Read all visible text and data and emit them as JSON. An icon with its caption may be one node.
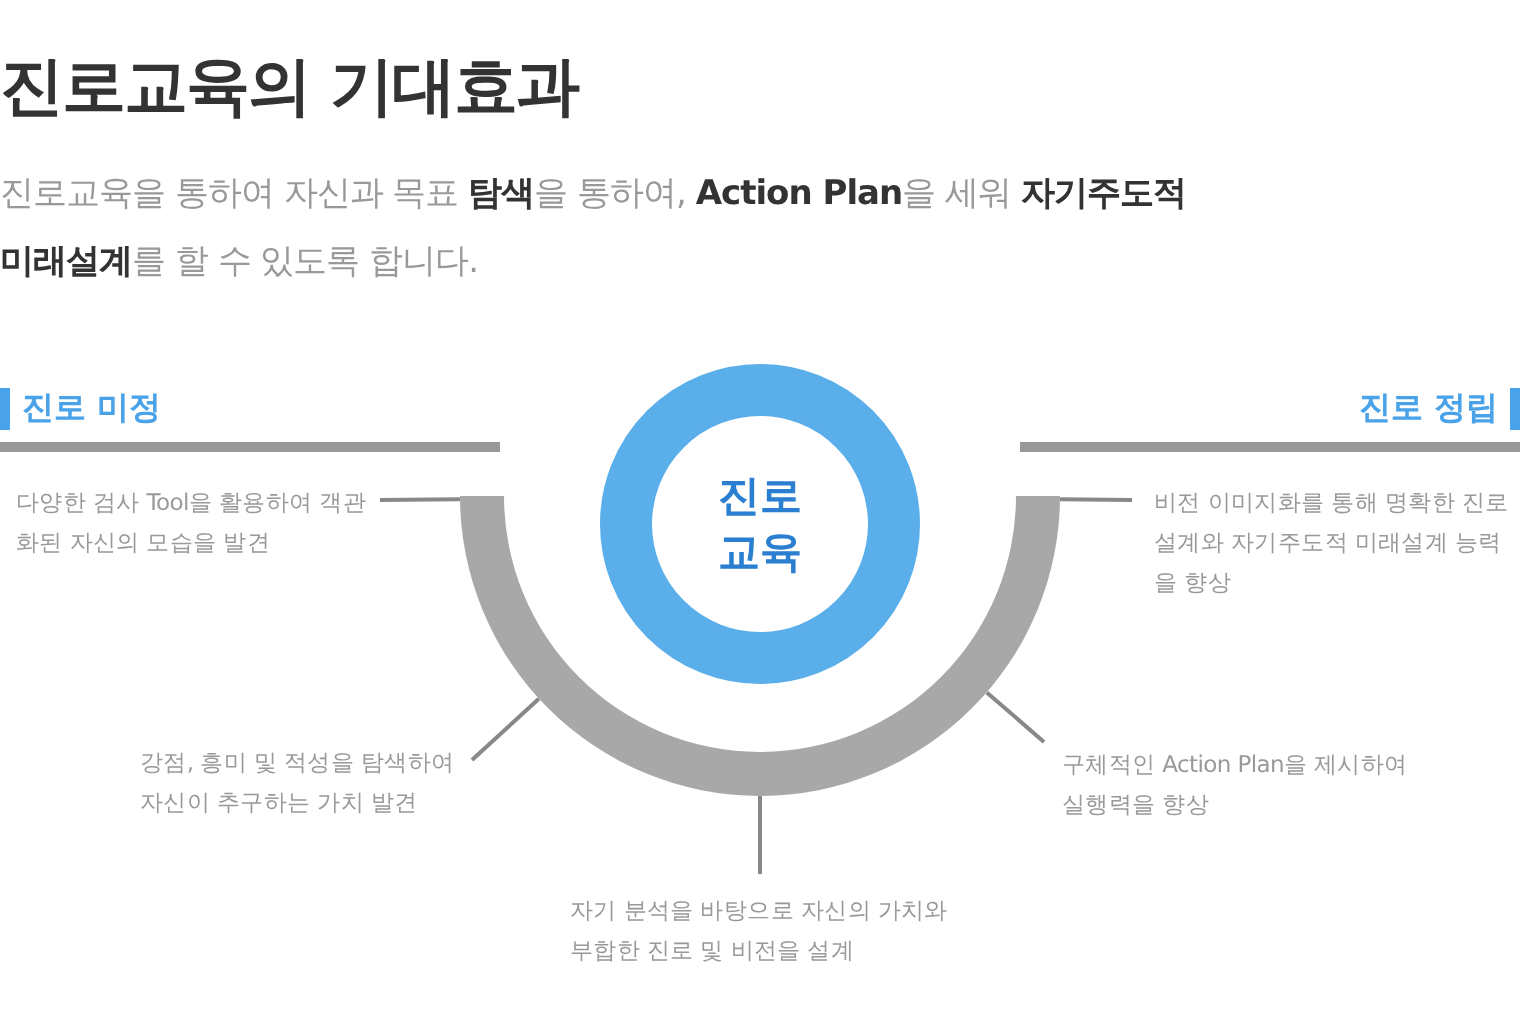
{
  "diagram": {
    "title": "진로교육의 기대효과",
    "nodes": [
      {
        "text": [
          "진로 교육"
        ]
      },
      {
        "text": [],
        "shape": "arc"
      },
      {
        "text": [
          "다양한 검사 Tool을 활용하여 객관화된 자신의 모습을 발견"
        ]
      },
      {
        "text": [
          "강점, 흥미 및 적성을 탐색하여 자신이 추구하는 가치 발견"
        ]
      },
      {
        "text": [
          "자기 분석을 바탕으로 자신의 가치와 부합한 진로 및 비전을 설계"
        ]
      },
      {
        "text": [
          "구체적인 Action Plan을 제시하여 실행력을 향상"
        ]
      },
      {
        "text": [
          "비전 이미지화를 통해 명확한 진로 설계와 자기주도적 미래설계 능력을 향상"
        ]
      }
    ],
    "edges": [
      {
        "from": 2,
        "to": 1,
        "arrow": "none"
      },
      {
        "from": 3,
        "to": 1,
        "arrow": "none"
      },
      {
        "from": 4,
        "to": 1,
        "arrow": "none"
      },
      {
        "from": 5,
        "to": 1,
        "arrow": "none"
      },
      {
        "from": 6,
        "to": 1,
        "arrow": "none"
      }
    ],
    "labels": [
      "진로교육을 통하여 자신과 목표 **탐색**을 통하여, **Action Plan**을 세워 **자기주도적 미래설계**를 할 수 있도록 합니다.",
      "진로 미정",
      "진로 정립"
    ]
  }
}
